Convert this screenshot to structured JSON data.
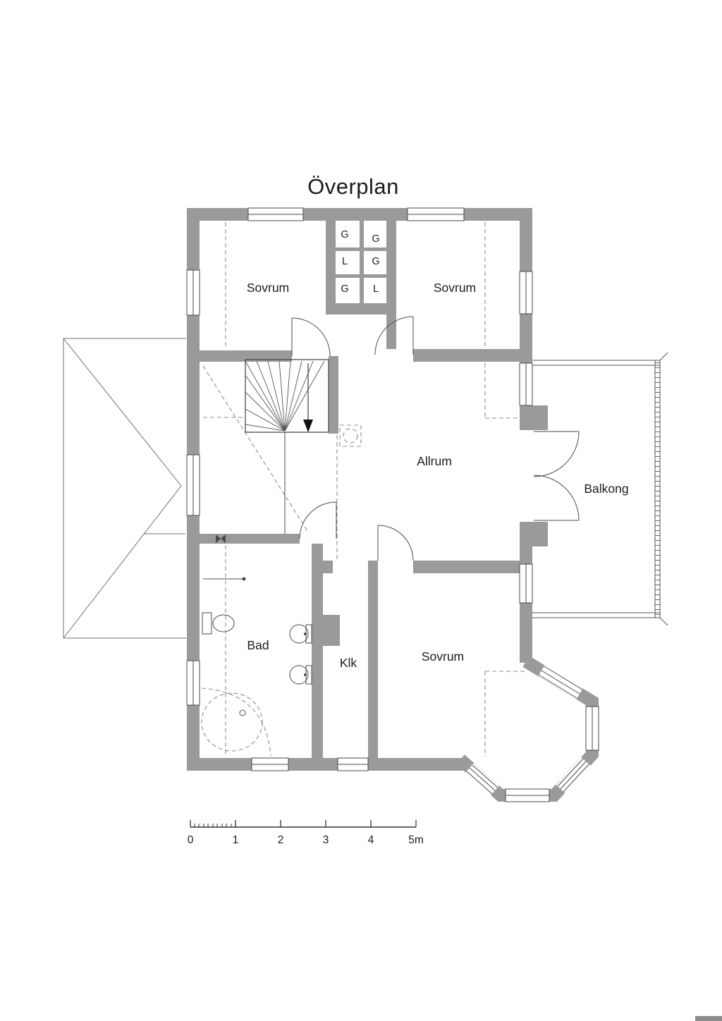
{
  "title": "Överplan",
  "colors": {
    "wall": "#9a9a9a",
    "line": "#4a4a4a",
    "text": "#1c1c1c",
    "background": "#ffffff"
  },
  "rooms": [
    {
      "name": "sovrum-nw",
      "label": "Sovrum"
    },
    {
      "name": "sovrum-ne",
      "label": "Sovrum"
    },
    {
      "name": "allrum",
      "label": "Allrum"
    },
    {
      "name": "balkong",
      "label": "Balkong"
    },
    {
      "name": "bad",
      "label": "Bad"
    },
    {
      "name": "klk",
      "label": "Klk"
    },
    {
      "name": "sovrum-s",
      "label": "Sovrum"
    }
  ],
  "closets": {
    "labels": [
      "G",
      "L",
      "G",
      "G",
      "G",
      "L"
    ]
  },
  "scale_bar": {
    "labels": [
      "0",
      "1",
      "2",
      "3",
      "4",
      "5m"
    ]
  }
}
